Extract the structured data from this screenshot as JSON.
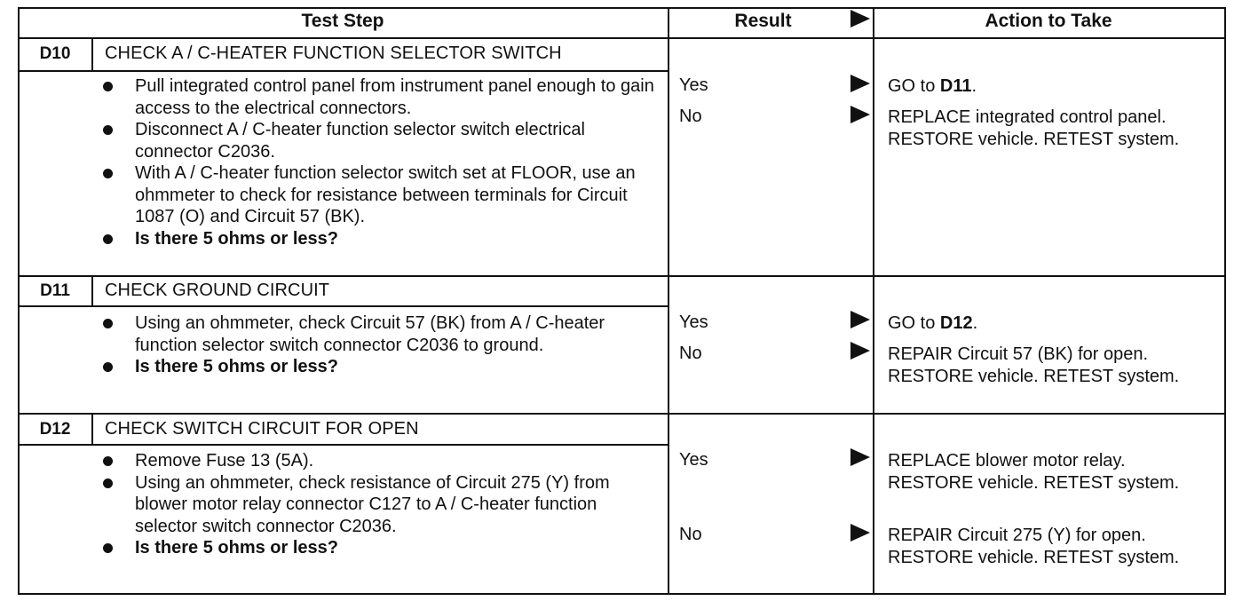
{
  "header": {
    "test_step": "Test Step",
    "result": "Result",
    "action": "Action to Take"
  },
  "steps": [
    {
      "code": "D10",
      "title": "CHECK A / C-HEATER FUNCTION SELECTOR SWITCH",
      "bullets": [
        "Pull integrated control panel from instrument panel enough to gain access to the electrical connectors.",
        "Disconnect A / C-heater function selector switch electrical connector C2036.",
        "With A / C-heater function selector switch set at FLOOR, use an ohmmeter to check for resistance between terminals for Circuit 1087 (O) and Circuit 57 (BK)."
      ],
      "question": "Is there 5 ohms or less?",
      "results": [
        {
          "label": "Yes",
          "action_prefix": "GO to ",
          "action_bold": "D11",
          "action_suffix": "."
        },
        {
          "label": "No",
          "action_prefix": "REPLACE integrated control panel. RESTORE vehicle. RETEST system.",
          "action_bold": "",
          "action_suffix": ""
        }
      ]
    },
    {
      "code": "D11",
      "title": "CHECK GROUND CIRCUIT",
      "bullets": [
        "Using an ohmmeter, check Circuit 57 (BK) from A / C-heater function selector switch connector C2036 to ground."
      ],
      "question": "Is there 5 ohms or less?",
      "results": [
        {
          "label": "Yes",
          "action_prefix": "GO to ",
          "action_bold": "D12",
          "action_suffix": "."
        },
        {
          "label": "No",
          "action_prefix": "REPAIR Circuit 57 (BK) for open. RESTORE vehicle. RETEST system.",
          "action_bold": "",
          "action_suffix": ""
        }
      ]
    },
    {
      "code": "D12",
      "title": "CHECK SWITCH CIRCUIT FOR OPEN",
      "bullets": [
        "Remove Fuse 13 (5A).",
        "Using an ohmmeter, check resistance of Circuit 275 (Y) from blower motor relay connector C127 to A / C-heater function selector switch connector C2036."
      ],
      "question": "Is there 5 ohms or less?",
      "results": [
        {
          "label": "Yes",
          "action_prefix": "REPLACE blower motor relay. RESTORE vehicle. RETEST system.",
          "action_bold": "",
          "action_suffix": ""
        },
        {
          "label": "No",
          "action_prefix": "REPAIR Circuit 275 (Y) for open. RESTORE vehicle. RETEST system.",
          "action_bold": "",
          "action_suffix": ""
        }
      ]
    }
  ]
}
